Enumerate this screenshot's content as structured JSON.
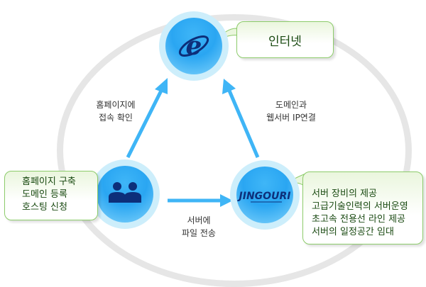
{
  "colors": {
    "arrow": "#3fb5f6",
    "ring": "#e6e6e6",
    "bubble_border": "#8ccb6a",
    "bubble_text": "#1a4a12",
    "node_fill": "#2aa6f2",
    "icon_dark": "#0d2f7a"
  },
  "nodes": {
    "internet": {
      "icon": "internet-explorer-icon",
      "bubble": "인터넷"
    },
    "customer": {
      "icon": "users-icon",
      "bubble_lines": [
        "홈페이지 구축",
        "도메인 등록",
        "호스팅 신청"
      ]
    },
    "jingouri": {
      "icon": "jingouri-logo",
      "logo_text": "JINGOURI",
      "bubble_lines": [
        "서버 장비의 제공",
        "고급기술인력의 서버운영",
        "초고속 전용선 라인 제공",
        "서버의 일정공간 임대"
      ]
    }
  },
  "arrows": {
    "customer_to_internet": [
      "홈페이지에",
      "접속 확인"
    ],
    "jingouri_to_internet": [
      "도메인과",
      "웹서버 IP연결"
    ],
    "customer_to_jingouri": [
      "서버에",
      "파일 전송"
    ]
  }
}
